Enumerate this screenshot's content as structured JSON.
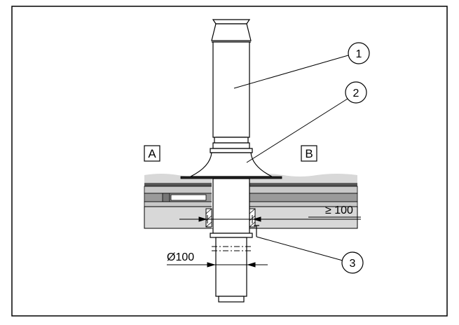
{
  "labels": {
    "box_a": "A",
    "box_b": "B",
    "dim_clearance": "≥ 100",
    "dim_diameter": "Ø100"
  },
  "callouts": [
    {
      "num": "1"
    },
    {
      "num": "2"
    },
    {
      "num": "3"
    }
  ],
  "colors": {
    "line": "#000000",
    "roof_fill": "#d8d8d8",
    "gap_fill": "#9a9a9a",
    "pipe_fill": "#ffffff"
  }
}
